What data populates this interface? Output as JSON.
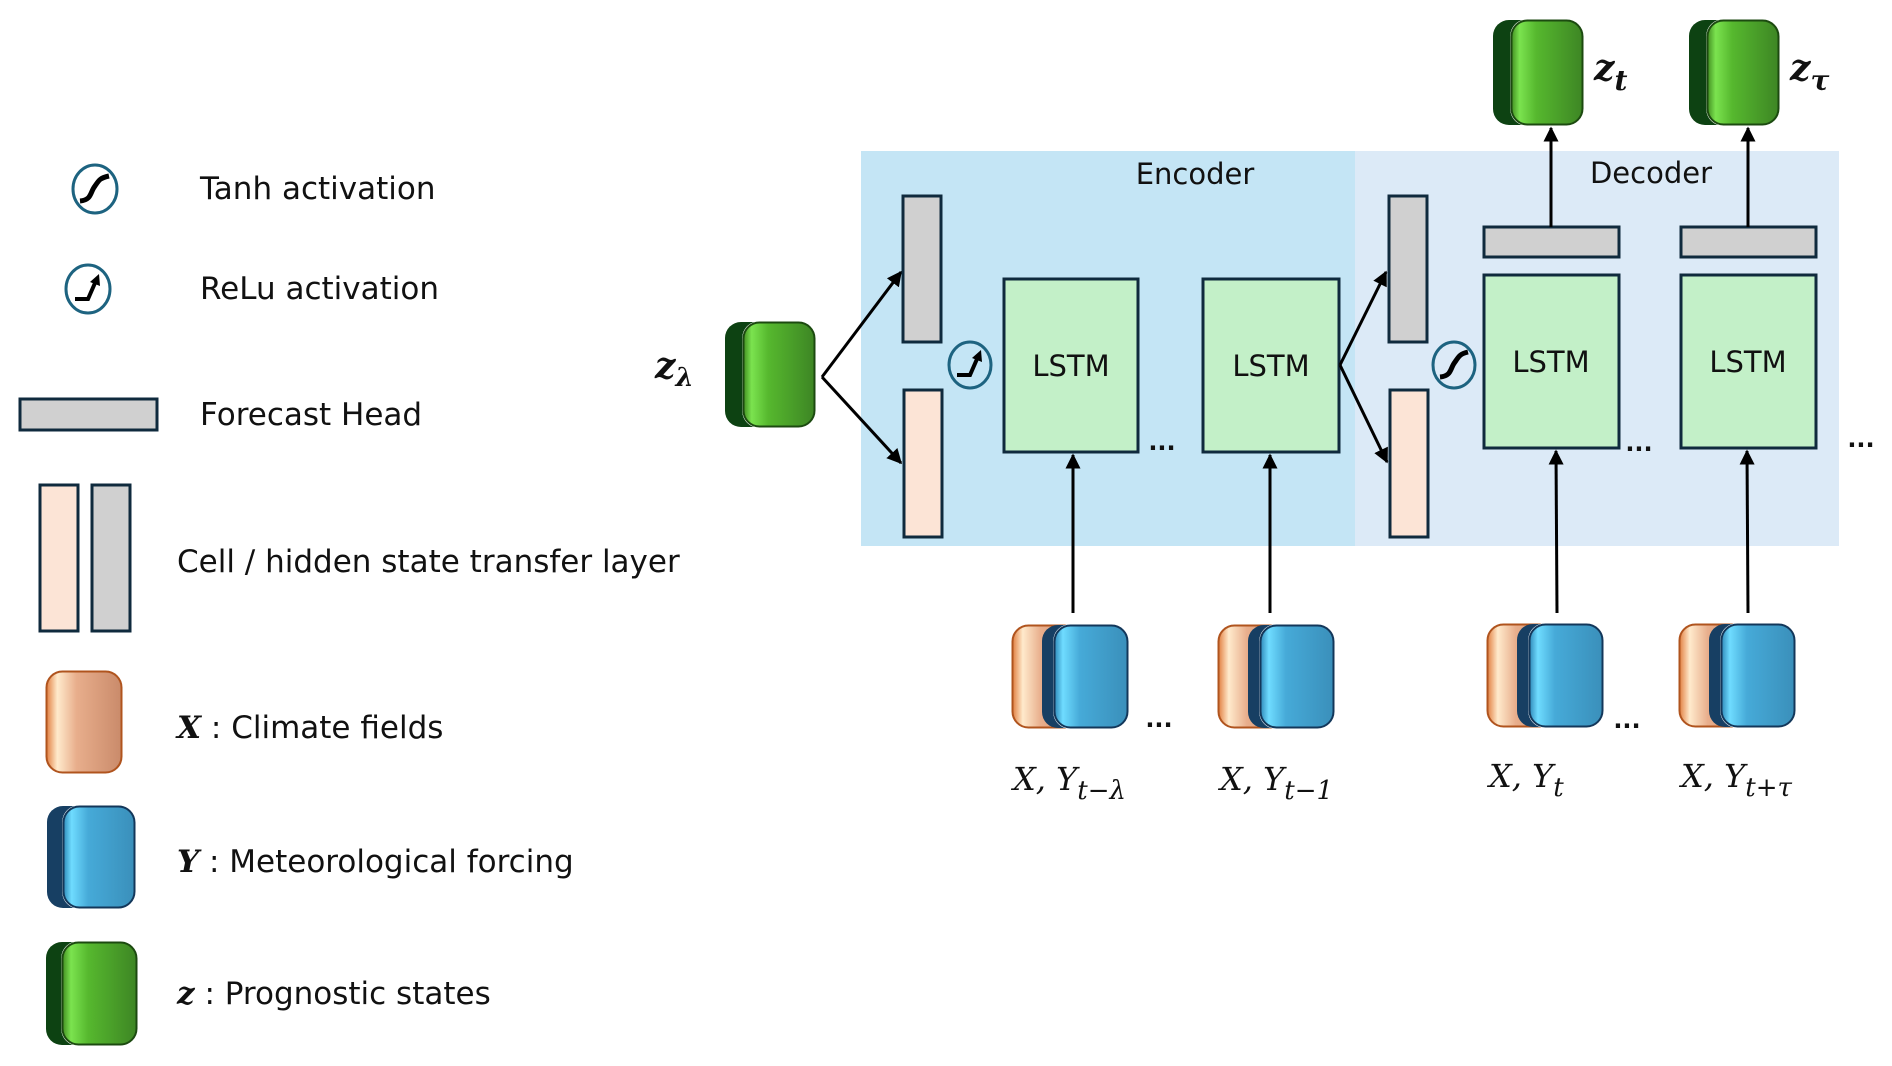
{
  "colors": {
    "encoder_bg": "#c4e5f5",
    "decoder_bg": "#dceaf7",
    "lstm_fill": "#c3f0c8",
    "head_fill": "#d0d0d0",
    "cell_fill": "#fce4d6",
    "outline": "#0f2a3d",
    "activation_ring": "#1d6380",
    "x_tile": "#d9906a",
    "y_tile": "#3b98c2",
    "z_tile": "#4a8f2c"
  },
  "legend": {
    "tanh": {
      "icon": "tanh-activation-icon",
      "label": "Tanh activation"
    },
    "relu": {
      "icon": "relu-activation-icon",
      "label": "ReLu activation"
    },
    "head": {
      "icon": "forecast-head-icon",
      "label": "Forecast Head"
    },
    "transfer": {
      "icon": "state-transfer-layer-icon",
      "label": "Cell / hidden state transfer layer"
    },
    "x": {
      "icon": "climate-fields-tile-icon",
      "symbol": "X",
      "label": " : Climate fields"
    },
    "y": {
      "icon": "meteorological-forcing-tile-icon",
      "symbol": "Y",
      "label": " : Meteorological forcing"
    },
    "z": {
      "icon": "prognostic-states-tile-icon",
      "symbol": "z",
      "label": " : Prognostic states"
    }
  },
  "diagram": {
    "encoder_label": "Encoder",
    "decoder_label": "Decoder",
    "initial_state": {
      "symbol": "z",
      "subscript": "λ"
    },
    "encoder_cells": [
      {
        "label": "LSTM"
      },
      {
        "label": "LSTM"
      }
    ],
    "decoder_cells": [
      {
        "label": "LSTM"
      },
      {
        "label": "LSTM"
      }
    ],
    "outputs": [
      {
        "symbol": "z",
        "subscript": "t"
      },
      {
        "symbol": "z",
        "subscript": "τ"
      }
    ],
    "inputs": [
      {
        "main": "X, Y",
        "subscript": "t−λ"
      },
      {
        "main": "X, Y",
        "subscript": "t−1"
      },
      {
        "main": "X, Y",
        "subscript": "t"
      },
      {
        "main": "X, Y",
        "subscript": "t+τ"
      }
    ],
    "ellipsis": "..."
  }
}
